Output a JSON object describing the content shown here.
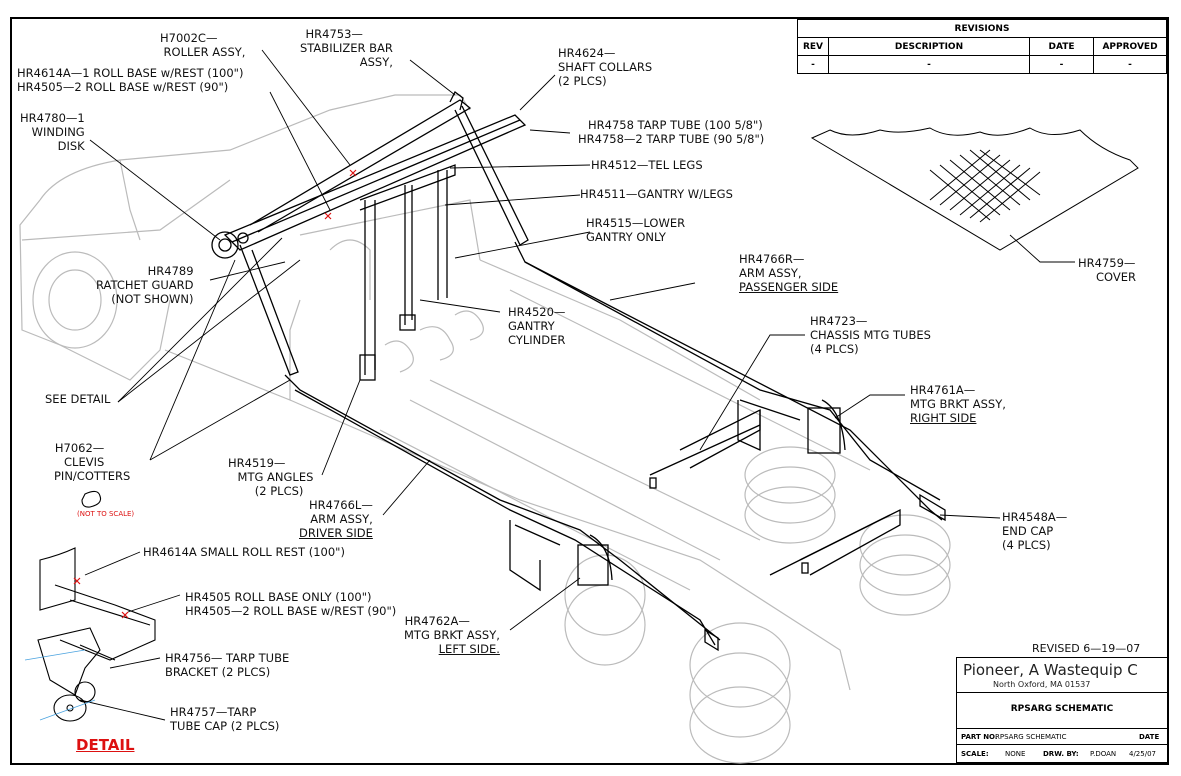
{
  "revisions": {
    "title": "REVISIONS",
    "headers": [
      "REV",
      "DESCRIPTION",
      "DATE",
      "APPROVED"
    ],
    "row": [
      "-",
      "-",
      "-",
      "-"
    ]
  },
  "callouts": {
    "roller_assy": [
      "H7002C—",
      "ROLLER ASSY,"
    ],
    "stabilizer": [
      "HR4753—",
      "STABILIZER BAR",
      "ASSY,"
    ],
    "shaft_collars": [
      "HR4624—",
      "SHAFT COLLARS",
      "(2 PLCS)"
    ],
    "roll_base": [
      "HR4614A—1 ROLL BASE w/REST (100\")",
      "HR4505—2 ROLL BASE w/REST (90\")"
    ],
    "winding_disk": [
      "HR4780—1",
      "WINDING",
      "DISK"
    ],
    "tarp_tube": [
      "HR4758 TARP TUBE (100 5/8\")",
      "HR4758—2 TARP TUBE (90 5/8\")"
    ],
    "tel_legs": "HR4512—TEL LEGS",
    "gantry_legs": "HR4511—GANTRY W/LEGS",
    "lower_gantry": [
      "HR4515—LOWER",
      "GANTRY ONLY"
    ],
    "ratchet_guard": [
      "HR4789",
      "RATCHET GUARD",
      "(NOT SHOWN)"
    ],
    "arm_passenger": [
      "HR4766R—",
      "ARM ASSY,",
      "PASSENGER SIDE"
    ],
    "cover": [
      "HR4759—",
      "COVER"
    ],
    "gantry_cylinder": [
      "HR4520—",
      "GANTRY",
      "CYLINDER"
    ],
    "chassis_tubes": [
      "HR4723—",
      "CHASSIS MTG TUBES",
      "(4 PLCS)"
    ],
    "see_detail": "SEE DETAIL",
    "mtg_brkt_right": [
      "HR4761A—",
      "MTG BRKT ASSY,",
      "RIGHT SIDE"
    ],
    "clevis": [
      "H7062—",
      "CLEVIS",
      "PIN/COTTERS"
    ],
    "not_to_scale": "(NOT TO SCALE)",
    "mtg_angles": [
      "HR4519—",
      "MTG ANGLES",
      "(2 PLCS)"
    ],
    "arm_driver": [
      "HR4766L—",
      "ARM ASSY,",
      "DRIVER SIDE"
    ],
    "end_cap": [
      "HR4548A—",
      "END CAP",
      "(4 PLCS)"
    ],
    "small_roll_rest": "HR4614A SMALL ROLL REST (100\")",
    "roll_base_only": [
      "HR4505 ROLL BASE ONLY (100\")",
      "HR4505—2 ROLL BASE w/REST (90\")"
    ],
    "tarp_bracket": [
      "HR4756— TARP TUBE",
      "BRACKET (2 PLCS)"
    ],
    "mtg_brkt_left": [
      "HR4762A—",
      "MTG BRKT ASSY,",
      "LEFT SIDE."
    ],
    "tube_cap": [
      "HR4757—TARP",
      "TUBE CAP (2 PLCS)"
    ],
    "detail": "DETAIL"
  },
  "title_block": {
    "revised": "REVISED 6—19—07",
    "company": "Pioneer, A Wastequip C",
    "address": "North Oxford, MA    01537",
    "title": "RPSARG SCHEMATIC",
    "part_no_label": "PART NO.",
    "part_no": "RPSARG SCHEMATIC",
    "date_label": "DATE",
    "scale_label": "SCALE:",
    "scale": "NONE",
    "drawn_label": "DRW. BY:",
    "drawn_by": "P.DOAN",
    "date": "4/25/07"
  }
}
